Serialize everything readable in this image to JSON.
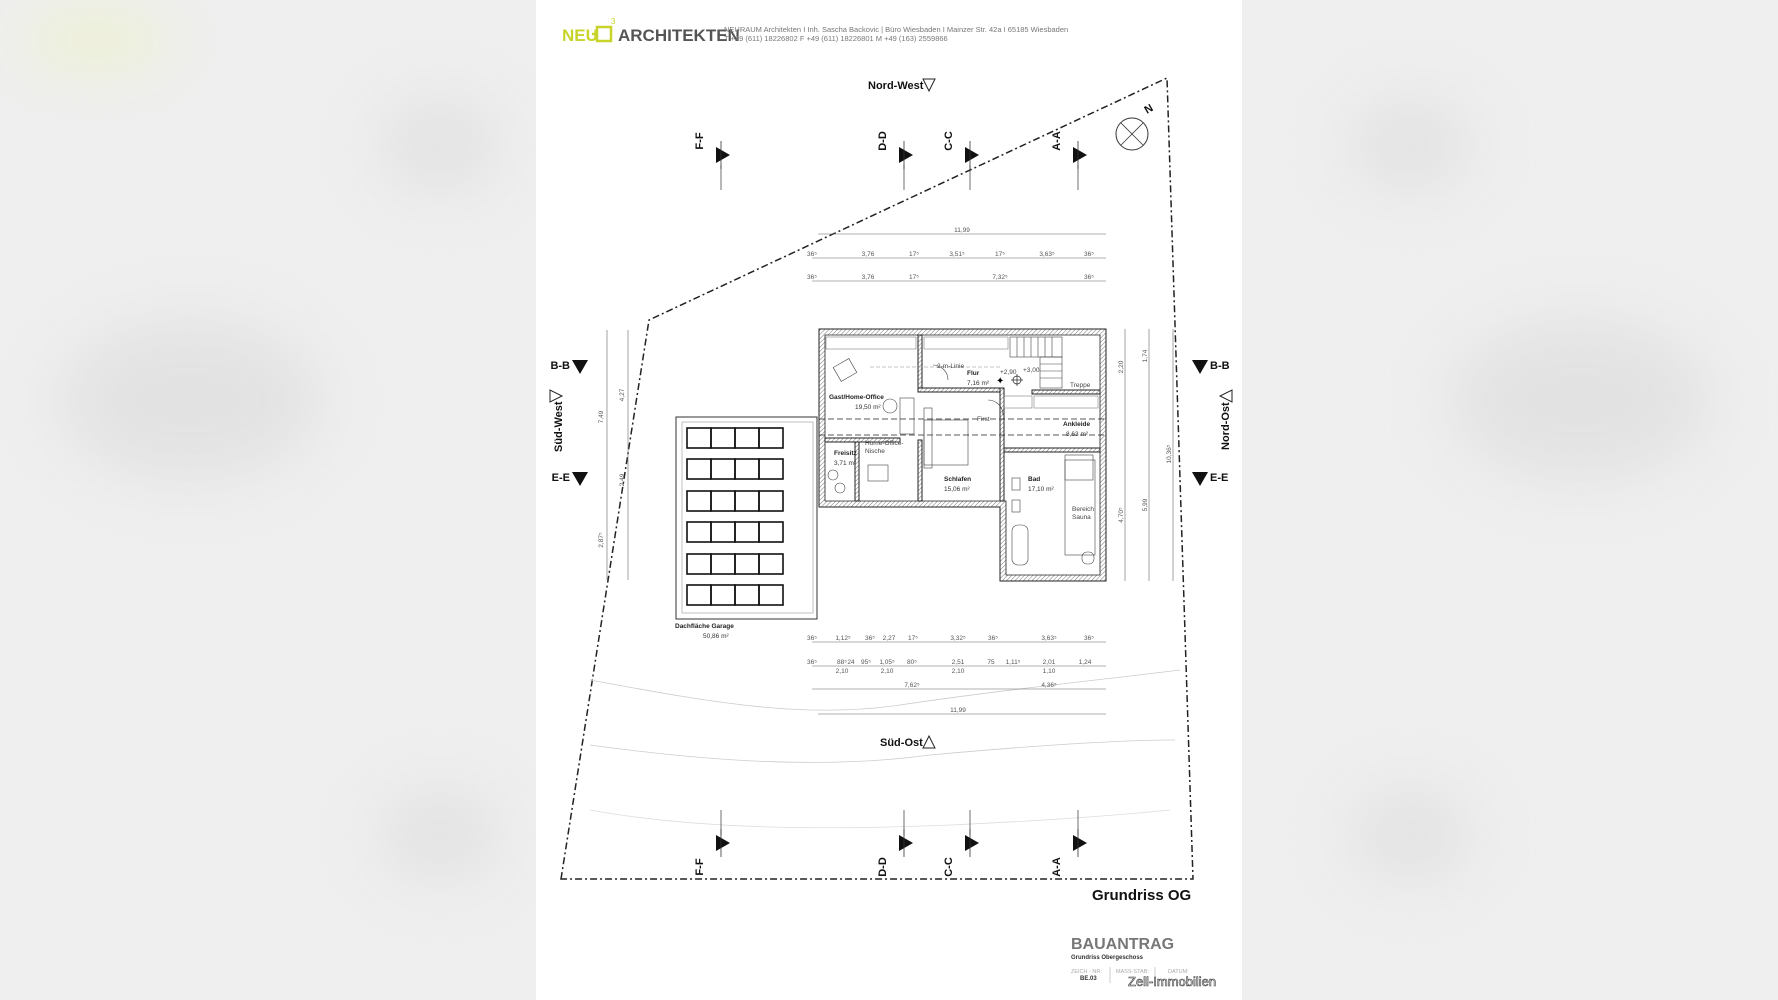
{
  "header": {
    "logo_neu": "NEU",
    "logo_sup": "3",
    "logo_architekten": "ARCHITEKTEN",
    "address_line1": "NEURAUM Architekten  I  Inh. Sascha Backovic  |  Büro Wiesbaden  I  Mainzer Str. 42a  I  65185 Wiesbaden",
    "address_line2": "T +49 (611) 18226802  F +49 (611) 18226801  M +49 (163) 2559866",
    "brand_color": "#c8d42a"
  },
  "orientation": {
    "north": "N",
    "nord_west": "Nord-West",
    "sued_ost": "Süd-Ost",
    "sued_west": "Süd-West",
    "nord_ost": "Nord-Ost"
  },
  "sections": {
    "ff": "F-F",
    "dd": "D-D",
    "cc": "C-C",
    "aa": "A-A",
    "bb": "B-B",
    "ee": "E-E"
  },
  "rooms": {
    "gast": {
      "name": "Gast/Home-Office",
      "area": "19,50 m²"
    },
    "flur": {
      "name": "Flur",
      "area": "7,16 m²"
    },
    "treppe": {
      "name": "Treppe"
    },
    "ankleide": {
      "name": "Ankleide",
      "area": "8,63 m²"
    },
    "freisitz": {
      "name": "Freisitz",
      "area": "3,71 m²"
    },
    "nische": {
      "name1": "Home-Office-",
      "name2": "Nische"
    },
    "schlafen": {
      "name": "Schlafen",
      "area": "15,06 m²"
    },
    "bad": {
      "name": "Bad",
      "area": "17,10 m²"
    },
    "sauna": {
      "name1": "Bereich",
      "name2": "Sauna"
    },
    "garage": {
      "name": "Dachfläche Garage",
      "area": "50,86 m²"
    }
  },
  "notes": {
    "two_m_line": "2-m-Linie",
    "first": "First",
    "level1": "+2,90",
    "level2": "+3,00"
  },
  "dimensions": {
    "top_total": "11,99",
    "top_row1": [
      "36⁵",
      "3,76",
      "17⁵",
      "3,51⁵",
      "17⁵",
      "3,63⁵",
      "36⁵"
    ],
    "top_row2": [
      "36⁵",
      "3,76",
      "17⁵",
      "7,32⁵",
      "36⁵"
    ],
    "bottom_row1": [
      "36⁵",
      "1,12⁵",
      "36⁵",
      "2,27",
      "17⁵",
      "3,32⁵",
      "36⁵",
      "3,63⁵",
      "36⁵"
    ],
    "bottom_row2": [
      "36⁵",
      "88⁵",
      "24",
      "95⁵",
      "1,05⁵",
      "80⁵",
      "2,51",
      "75",
      "1,11⁵",
      "2,01",
      "1,24"
    ],
    "bottom_row2_sub": [
      "2,10",
      "2,10",
      "2,10",
      "1,10"
    ],
    "bottom_row3": [
      "7,62⁵",
      "4,36⁵"
    ],
    "bottom_total": "11,99",
    "left": [
      "7,49",
      "4,27",
      "2,49",
      "2,87⁵"
    ],
    "right": [
      "10,36⁵",
      "5,99",
      "4,70⁵",
      "2,20",
      "1,74"
    ]
  },
  "title_block": {
    "plan_title": "Grundriss OG",
    "stage": "BAUANTRAG",
    "subtitle": "Grundriss Obergeschoss",
    "drawing_no_label": "ZEICH - NR:",
    "drawing_no": "BE.03",
    "scale_label": "MASS-STAB:",
    "date_label": "DATUM:",
    "watermark": "Zell-Immobilien"
  }
}
